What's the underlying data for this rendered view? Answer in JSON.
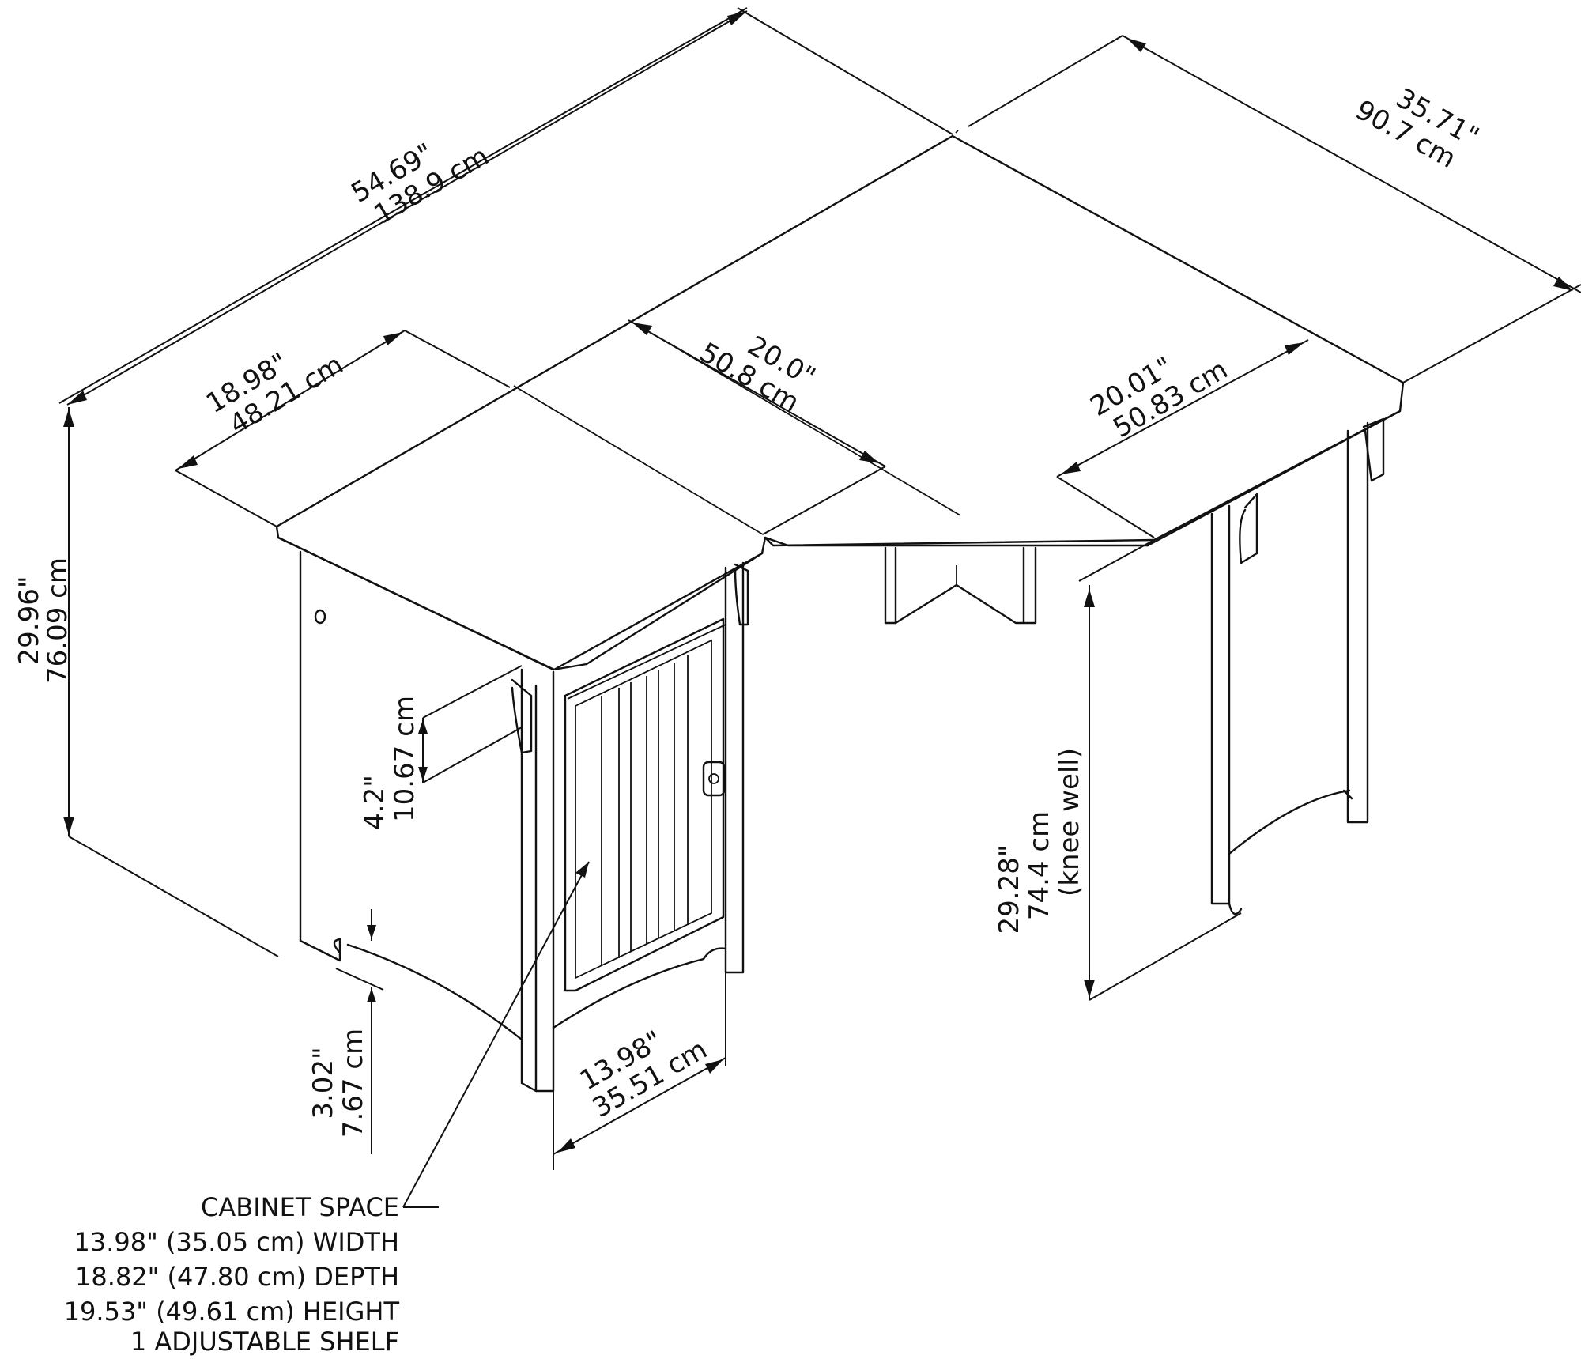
{
  "dimensions": {
    "total_width": {
      "in": "54.69\"",
      "cm": "138.9 cm"
    },
    "right_width": {
      "in": "35.71\"",
      "cm": "90.7 cm"
    },
    "left_depth": {
      "in": "18.98\"",
      "cm": "48.21 cm"
    },
    "center_depth": {
      "in": "20.0\"",
      "cm": "50.8 cm"
    },
    "right_depth": {
      "in": "20.01\"",
      "cm": "50.83 cm"
    },
    "height": {
      "in": "29.96\"",
      "cm": "76.09 cm"
    },
    "apron": {
      "in": "4.2\"",
      "cm": "10.67 cm"
    },
    "toe_kick": {
      "in": "3.02\"",
      "cm": "7.67 cm"
    },
    "cabinet_width": {
      "in": "13.98\"",
      "cm": "35.51 cm"
    },
    "knee_well": {
      "in": "29.28\"",
      "cm": "74.4 cm",
      "note": "(knee well)"
    }
  },
  "cabinet_space": {
    "title": "CABINET SPACE",
    "lines": [
      "13.98\" (35.05 cm) WIDTH",
      "18.82\" (47.80 cm) DEPTH",
      "19.53\" (49.61 cm) HEIGHT",
      "1 ADJUSTABLE SHELF"
    ]
  }
}
